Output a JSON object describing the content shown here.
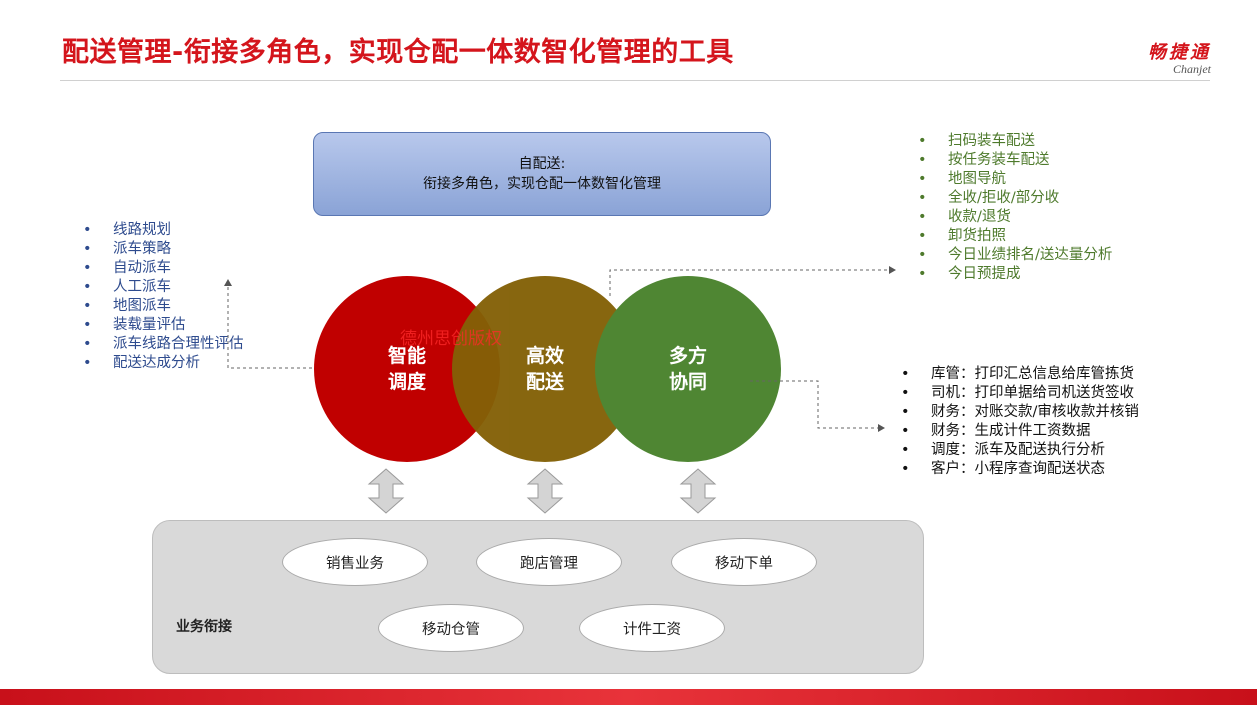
{
  "header": {
    "title": "配送管理-衔接多角色，实现仓配一体数智化管理的工具",
    "logo_cn": "畅捷通",
    "logo_en": "Chanjet"
  },
  "self_delivery": {
    "line1": "自配送:",
    "line2": "衔接多角色，实现仓配一体数智化管理"
  },
  "left_list": [
    "线路规划",
    "派车策略",
    "自动派车",
    "人工派车",
    "地图派车",
    "装载量评估",
    "派车线路合理性评估",
    "配送达成分析"
  ],
  "top_right_list": [
    "扫码装车配送",
    "按任务装车配送",
    "地图导航",
    "全收/拒收/部分收",
    "收款/退货",
    "卸货拍照",
    "今日业绩排名/送达量分析",
    "今日预提成"
  ],
  "right_list": [
    "库管：打印汇总信息给库管拣货",
    "司机：打印单据给司机送货签收",
    "财务：对账交款/审核收款并核销",
    "财务：生成计件工资数据",
    "调度：派车及配送执行分析",
    "客户：小程序查询配送状态"
  ],
  "circles": {
    "smart": {
      "line1": "智能",
      "line2": "调度"
    },
    "efficient": {
      "line1": "高效",
      "line2": "配送"
    },
    "collab": {
      "line1": "多方",
      "line2": "协同"
    }
  },
  "watermark": "德州思创版权",
  "business": {
    "label": "业务衔接",
    "items": [
      "销售业务",
      "跑店管理",
      "移动下单",
      "移动仓管",
      "计件工资"
    ]
  },
  "colors": {
    "title_red": "#d4151c",
    "circle_red": "#c00000",
    "circle_brown": "#836006",
    "circle_green": "#4f8633",
    "list_blue": "#2e4b8e",
    "list_green": "#4e7a2c"
  }
}
